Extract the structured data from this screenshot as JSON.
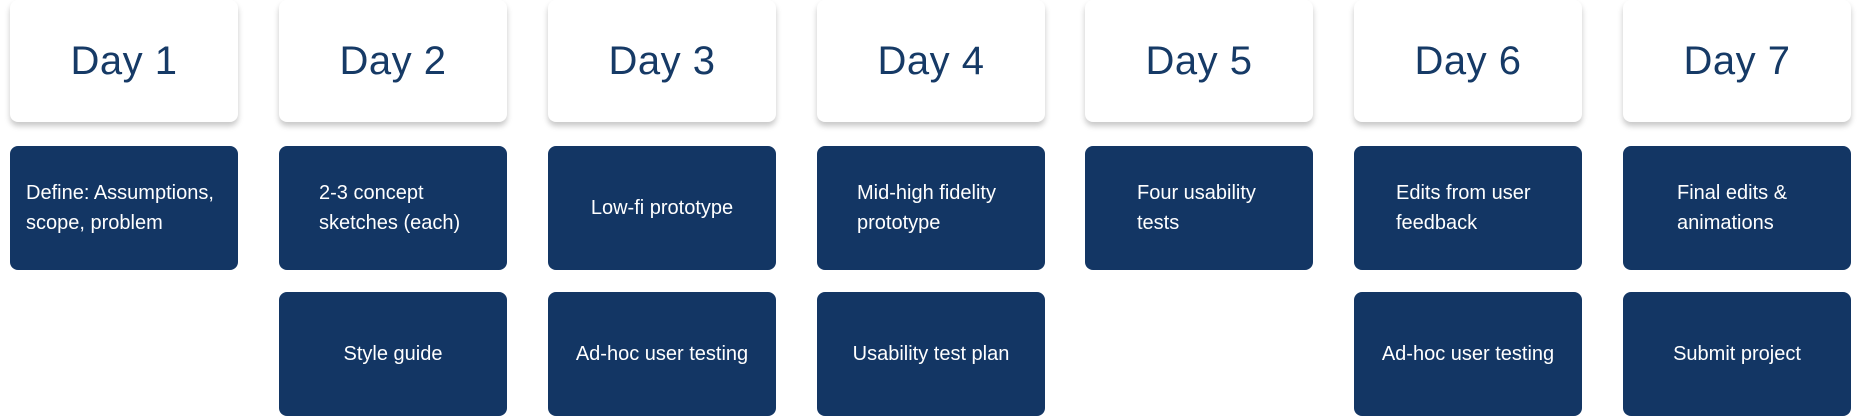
{
  "colors": {
    "header_bg": "#ffffff",
    "header_text": "#163a66",
    "task_bg": "#133664",
    "task_text": "#ffffff"
  },
  "days": [
    {
      "label": "Day 1",
      "tasks": [
        "Define: Assumptions, scope, problem"
      ]
    },
    {
      "label": "Day 2",
      "tasks": [
        "2-3 concept sketches (each)",
        "Style guide"
      ]
    },
    {
      "label": "Day 3",
      "tasks": [
        "Low-fi prototype",
        "Ad-hoc user testing"
      ]
    },
    {
      "label": "Day 4",
      "tasks": [
        "Mid-high fidelity prototype",
        "Usability test plan"
      ]
    },
    {
      "label": "Day 5",
      "tasks": [
        "Four usability tests"
      ]
    },
    {
      "label": "Day 6",
      "tasks": [
        "Edits from user feedback",
        "Ad-hoc user testing"
      ]
    },
    {
      "label": "Day 7",
      "tasks": [
        "Final edits & animations",
        "Submit project"
      ]
    }
  ]
}
